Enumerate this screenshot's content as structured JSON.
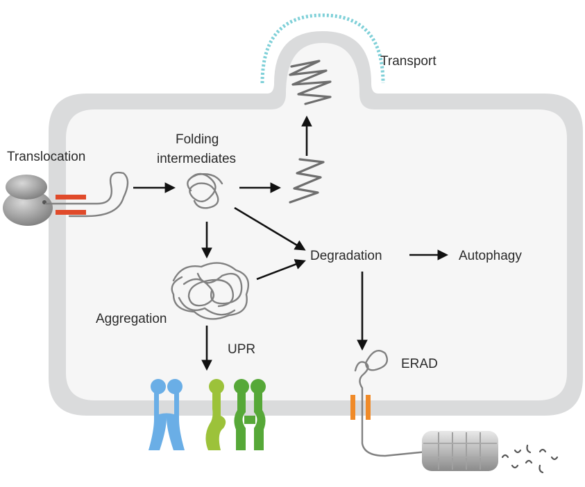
{
  "labels": {
    "translocation": "Translocation",
    "folding_line1": "Folding",
    "folding_line2": "intermediates",
    "transport": "Transport",
    "degradation": "Degradation",
    "autophagy": "Autophagy",
    "aggregation": "Aggregation",
    "upr": "UPR",
    "erad": "ERAD"
  },
  "colors": {
    "membrane": "#dadbdc",
    "lumen": "#f6f6f6",
    "vesicle_coat": "#7fd0d8",
    "channel": "#e04a2a",
    "erad_channel": "#f08a28",
    "receptor_blue": "#6aaee6",
    "receptor_lime": "#9cc23a",
    "receptor_green": "#56a838",
    "arrow": "#111111"
  }
}
